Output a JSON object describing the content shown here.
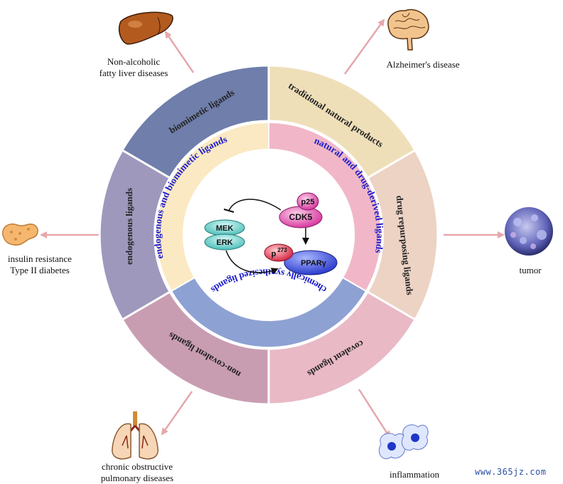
{
  "outer_ring": {
    "biomimetic": "biomimetic ligands",
    "traditional": "traditional natural products",
    "repurposing": "drug repurposing ligands",
    "covalent": "covalent ligands",
    "noncovalent": "non-covalent ligands",
    "endogenous": "endogenous ligands"
  },
  "inner_ring": {
    "endo_bio": "endogenous and biomimetic ligands",
    "natural_drug": "natural and drug-derived ligands",
    "chemical": "chemically synthesized ligands"
  },
  "pathway": {
    "p25": "p25",
    "cdk5": "CDK5",
    "mek": "MEK",
    "erk": "ERK",
    "p273": "p",
    "p273_sup": "273",
    "ppar": "PPARγ"
  },
  "diseases": {
    "nafld_line1": "Non-alcoholic",
    "nafld_line2": "fatty liver diseases",
    "alzheimers": "Alzheimer's disease",
    "insulin_line1": "insulin resistance",
    "insulin_line2": "Type II diabetes",
    "tumor": "tumor",
    "copd_line1": "chronic obstructive",
    "copd_line2": "pulmonary diseases",
    "inflammation": "inflammation"
  },
  "watermark": "www.365jz.com",
  "colors": {
    "biomimetic": "#6f7eaa",
    "traditional": "#efdfb9",
    "repurposing": "#ecd3c4",
    "covalent": "#e9b9c6",
    "noncovalent": "#c99db1",
    "endogenous": "#9f98bd",
    "inner_endo": "#fbe9c3",
    "inner_natural": "#f1b7c8",
    "inner_chemical": "#8ea1d3",
    "arrow": "#e6a7ac",
    "ring_text": "#1c1ccc"
  }
}
